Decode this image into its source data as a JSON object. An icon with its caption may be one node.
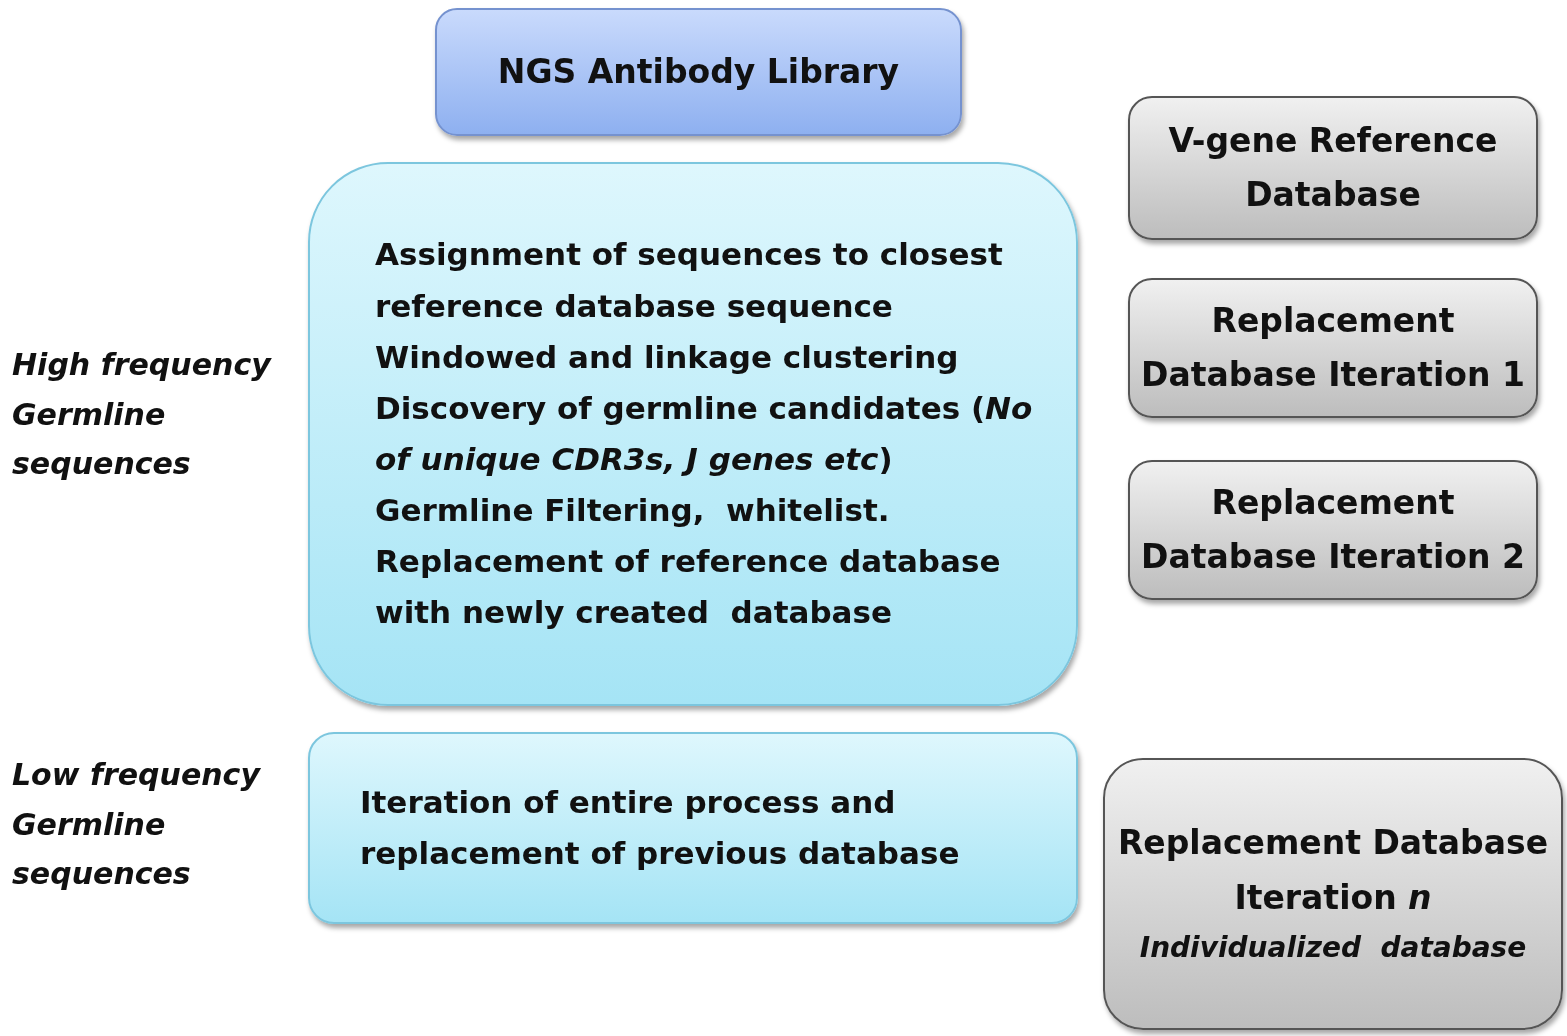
{
  "diagram": {
    "nodes": [
      {
        "text": [
          "NGS Antibody Library"
        ]
      },
      {
        "text": [
          "Assignment of sequences to closest reference database sequence",
          "Windowed and linkage clustering",
          "Discovery of germline candidates (*No of unique CDR3s, J genes etc*)",
          "Germline Filtering,  whitelist.",
          "Replacement of reference database with newly created  database"
        ]
      },
      {
        "text": [
          "Iteration of entire process and replacement of previous database"
        ]
      },
      {
        "text": [
          "V-gene Reference Database"
        ]
      },
      {
        "text": [
          "Replacement Database Iteration 1"
        ]
      },
      {
        "text": [
          "Replacement Database Iteration 2"
        ]
      },
      {
        "text": [
          "Replacement Database Iteration *n*",
          "Individualized  database"
        ]
      }
    ],
    "edges": [],
    "labels": [
      "High frequency Germline sequences",
      "Low frequency Germline sequences"
    ]
  }
}
